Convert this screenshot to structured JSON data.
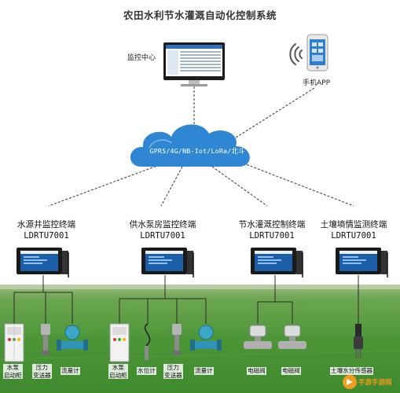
{
  "title": "农田水利节水灌溉自动化控制系统",
  "monitor_center": {
    "label": "监控中心"
  },
  "mobile_app": {
    "label": "手机APP"
  },
  "network": {
    "label": "GPRS/4G/NB-Iot/LoRa/北斗"
  },
  "terminals": [
    {
      "title": "水源井监控终端",
      "model": "LDRTU7001"
    },
    {
      "title": "供水泵房监控终端",
      "model": "LDRTU7001"
    },
    {
      "title": "节水灌溉控制终端",
      "model": "LDRTU7001"
    },
    {
      "title": "土壤墒情监测终端",
      "model": "LDRTU7001"
    }
  ],
  "devices": [
    {
      "label": "水泵\n启动柜",
      "icon": "pump-start-cabinet-icon"
    },
    {
      "label": "压力\n变送器",
      "icon": "pressure-transmitter-icon"
    },
    {
      "label": "流量计",
      "icon": "flow-meter-icon"
    },
    {
      "label": "水泵\n启动柜",
      "icon": "pump-start-cabinet-icon"
    },
    {
      "label": "水位计",
      "icon": "water-level-gauge-icon"
    },
    {
      "label": "压力\n变送器",
      "icon": "pressure-transmitter-icon"
    },
    {
      "label": "流量计",
      "icon": "flow-meter-icon"
    },
    {
      "label": "电磁阀",
      "icon": "solenoid-valve-icon"
    },
    {
      "label": "电磁阀",
      "icon": "solenoid-valve-icon"
    },
    {
      "label": "土壤水分传感器",
      "icon": "soil-moisture-sensor-icon"
    }
  ],
  "watermark": "手游手游网",
  "colors": {
    "cloud": "#2f86d2",
    "field_sky": "#c9d6b8",
    "field_grass": "#4d9a3a",
    "terminal_screen": "#1c5ea8",
    "wire": "#333333"
  }
}
